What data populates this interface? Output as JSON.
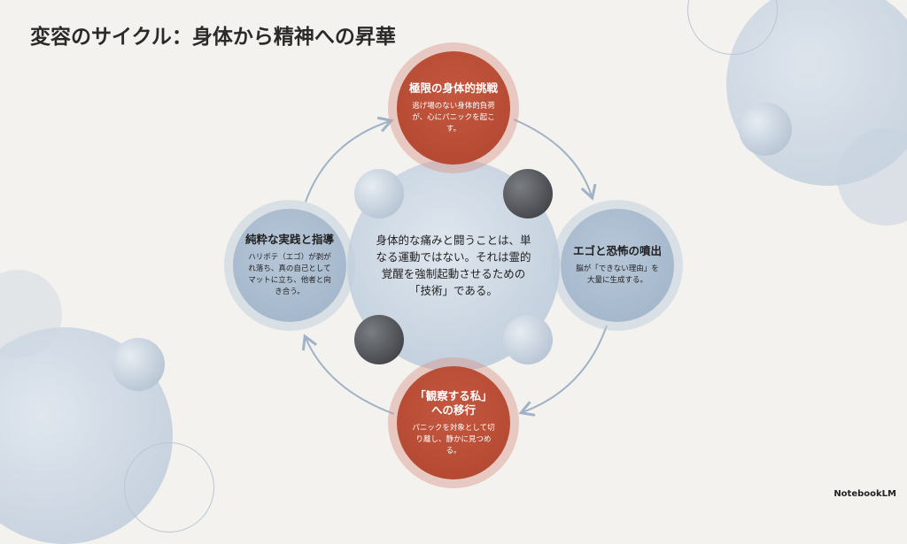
{
  "title": "変容のサイクル：身体から精神への昇華",
  "center_text": "身体的な痛みと闘うことは、単なる運動ではない。それは霊的覚醒を強制起動させるための「技術」である。",
  "nodes": [
    {
      "title": "極限の身体的挑戦",
      "desc": "逃げ場のない身体的負荷が、心にパニックを起こす。"
    },
    {
      "title": "エゴと恐怖の噴出",
      "desc": "脳が「できない理由」を大量に生成する。"
    },
    {
      "title": "「観察する私」への移行",
      "desc": "パニックを対象として切り離し、静かに見つめる。"
    },
    {
      "title": "純粋な実践と指導",
      "desc": "ハリボテ（エゴ）が剥がれ落ち、真の自己としてマットに立ち、他者と向き合う。"
    }
  ],
  "brand": "NotebookLM",
  "colors": {
    "accent": "#b84c35",
    "blue": "#a9bbcf",
    "background": "#f4f2ee"
  }
}
